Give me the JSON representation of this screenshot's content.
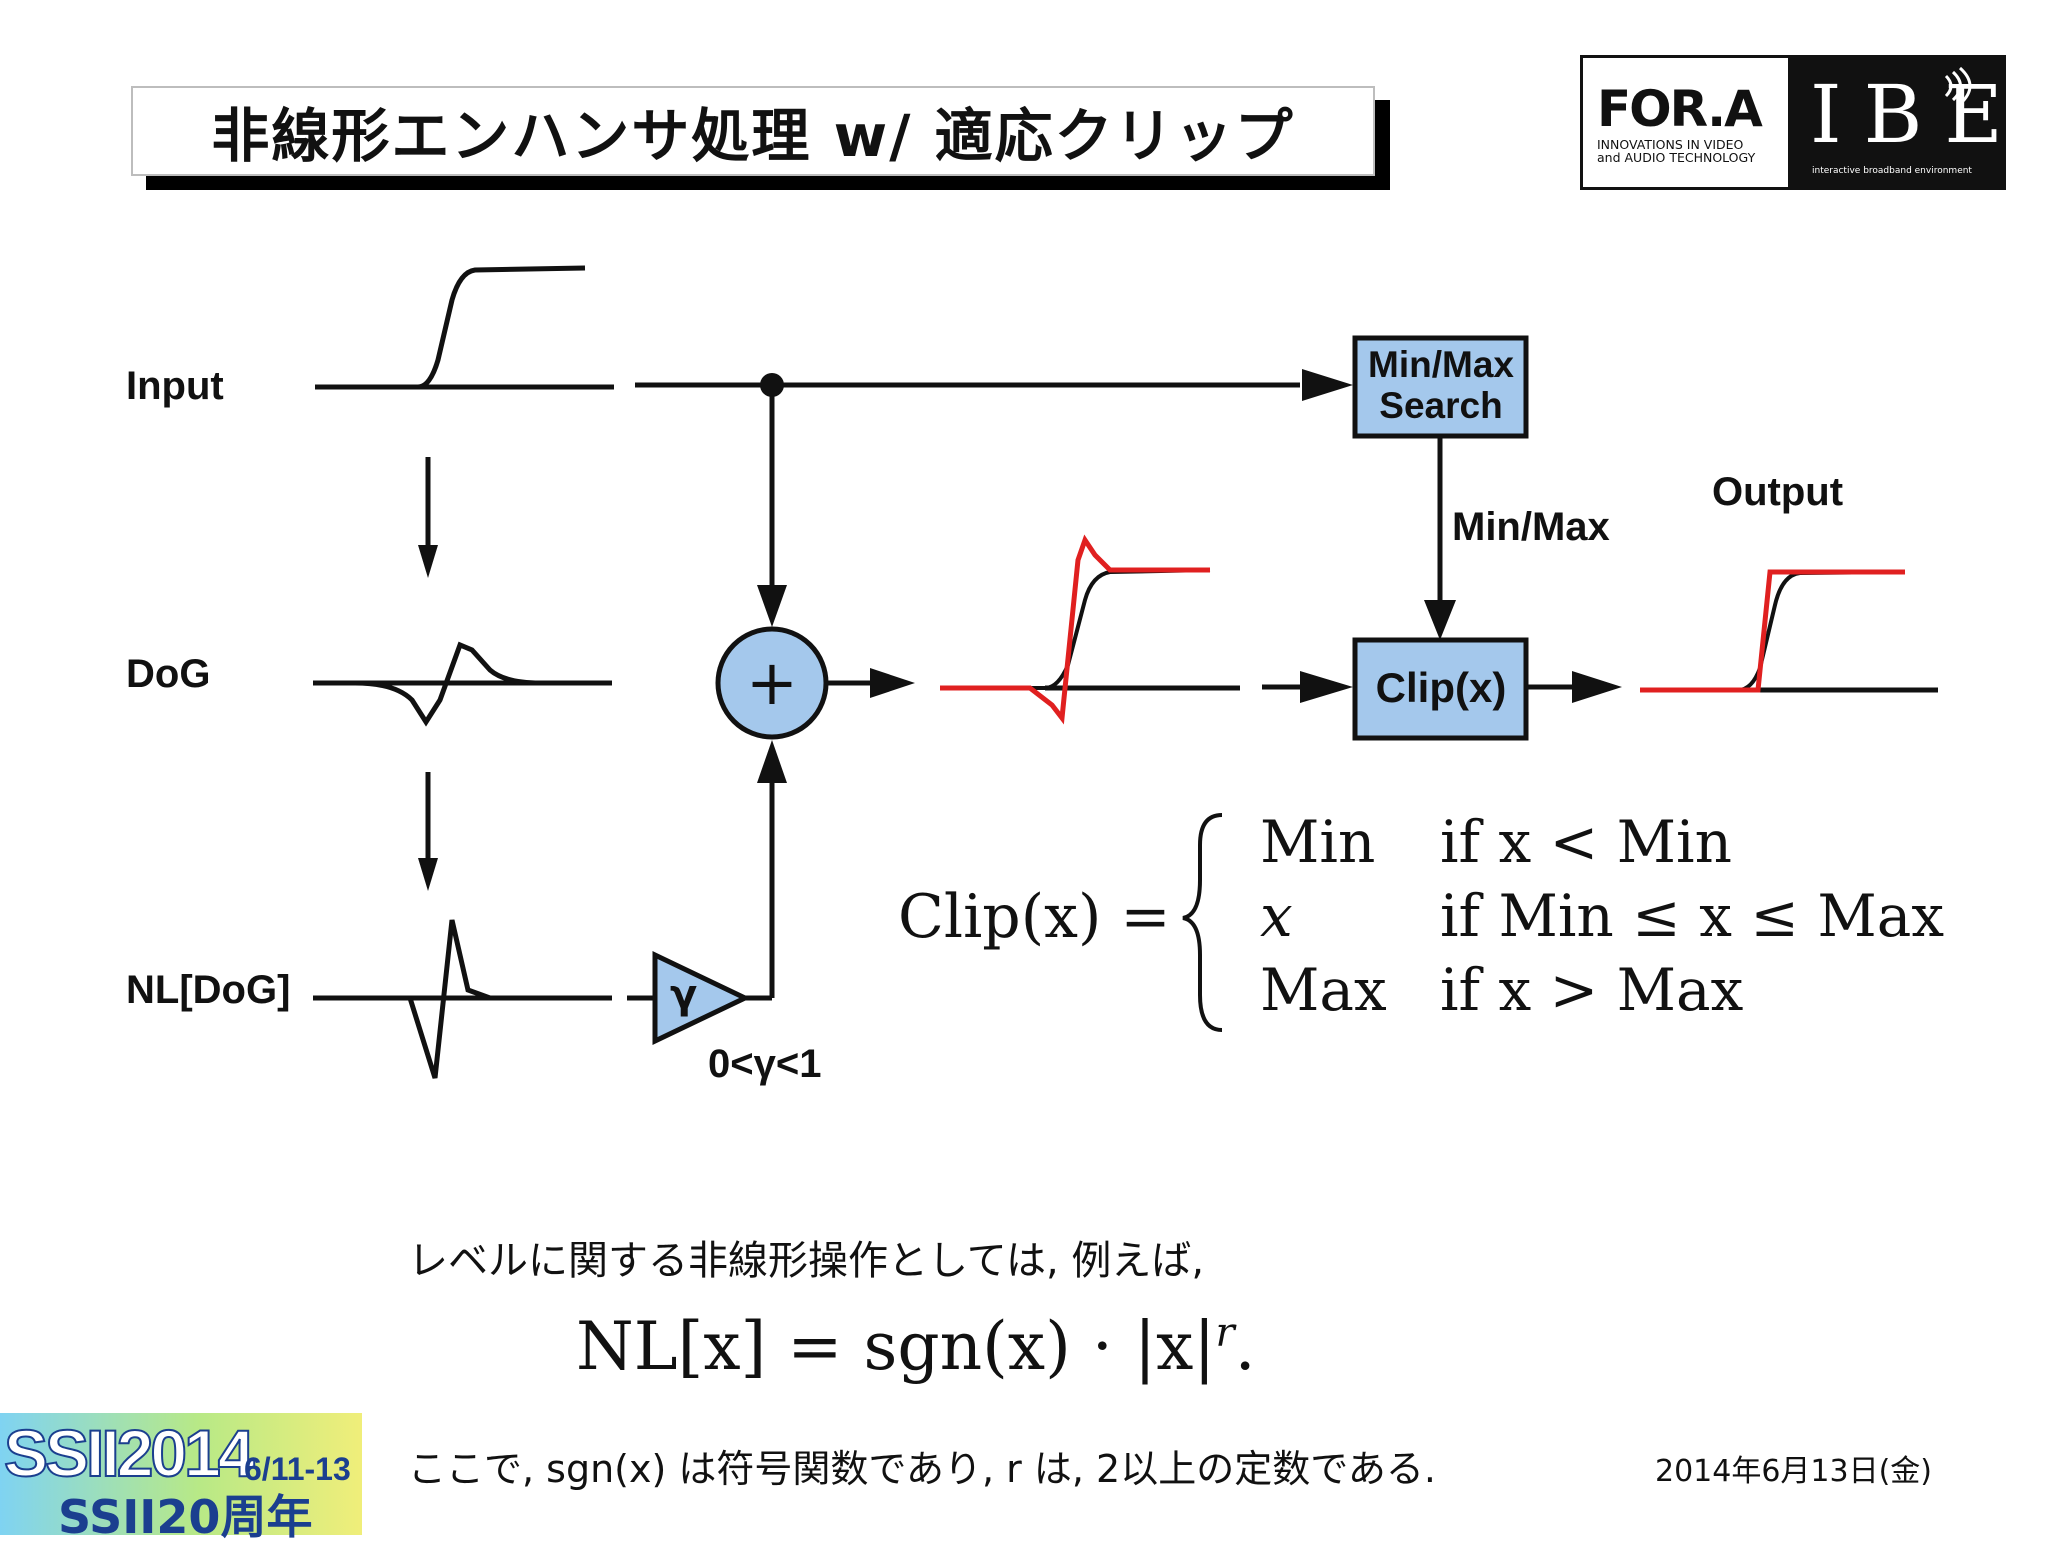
{
  "slide": {
    "title": "非線形エンハンサ処理 w/ 適応クリップ"
  },
  "logo": {
    "for_a_text": "FOR.A",
    "for_a_tagline_line1": "INNOVATIONS IN VIDEO",
    "for_a_tagline_line2": "and AUDIO TECHNOLOGY",
    "ibe_text": "IBE",
    "ibe_tagline": "interactive broadband environment"
  },
  "diagram": {
    "input_label": "Input",
    "dog_label": "DoG",
    "nl_dog_label": "NL[DoG]",
    "adder_symbol": "+",
    "gain_symbol": "γ",
    "gain_range": "0<γ<1",
    "minmax_box_line1": "Min/Max",
    "minmax_box_line2": "Search",
    "minmax_arrow_label": "Min/Max",
    "clip_box_label": "Clip(x)",
    "output_label": "Output",
    "colors": {
      "signal": "#111111",
      "enhanced_signal": "#e02020",
      "box_fill": "#a4c8ec"
    }
  },
  "formula": {
    "lhs": "Clip(x) =",
    "rows": [
      {
        "value": "Min",
        "condition": "if x < Min"
      },
      {
        "value": "x",
        "condition": "if Min ≤ x ≤ Max"
      },
      {
        "value": "Max",
        "condition": "if x > Max"
      }
    ]
  },
  "notes": {
    "line1": "レベルに関する非線形操作としては, 例えば,",
    "nl_formula": "NL[x] = sgn(x) · |x|",
    "nl_formula_exp": "r",
    "nl_formula_end": ".",
    "line2": "ここで, sgn(x) は符号関数であり,  r  は, 2以上の定数である.",
    "date": "2014年6月13日(金)"
  },
  "badge": {
    "top": "SSII2014",
    "dates": "6/11-13",
    "bottom": "SSII20周年"
  }
}
